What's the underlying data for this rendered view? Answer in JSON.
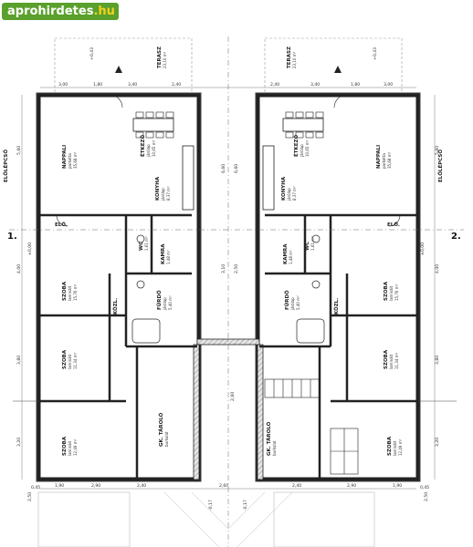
{
  "watermark": {
    "brand": "aprohirdetes",
    "tld": ".hu"
  },
  "axis_labels": {
    "left": "1.",
    "right": "2."
  },
  "units": {
    "left": {
      "terasz": {
        "name": "TERASZ",
        "area": "23,10 m²"
      },
      "nappali": {
        "name": "NAPPALI",
        "floor": "parketta",
        "area": "35,68 m²"
      },
      "etkezo": {
        "name": "ÉTKEZŐ",
        "floor": "járólap",
        "area": "10,65 m²"
      },
      "konyha": {
        "name": "KONYHA",
        "floor": "járólap",
        "area": "8,37 m²"
      },
      "eloepcso": {
        "name": "ELŐLÉPCSŐ"
      },
      "elo": {
        "name": "ELŐ."
      },
      "wc": {
        "name": "WC",
        "area": "1,61 m²"
      },
      "kamra": {
        "name": "KAMRA",
        "area": "1,48 m²"
      },
      "furdo": {
        "name": "FÜRDŐ",
        "floor": "járólap",
        "area": "5,40 m²"
      },
      "kozl": {
        "name": "KÖZL."
      },
      "szoba_a": {
        "name": "SZOBA",
        "floor": "laminált",
        "area": "15,76 m²"
      },
      "szoba_b": {
        "name": "SZOBA",
        "floor": "laminált",
        "area": "11,34 m²"
      },
      "szoba_c": {
        "name": "SZOBA",
        "floor": "laminált",
        "area": "12,49 m²"
      },
      "tarolo": {
        "name": "GK. TÁROLÓ",
        "floor": "burkolat"
      }
    },
    "right": {
      "terasz": {
        "name": "TERASZ",
        "area": "23,10 m²"
      },
      "nappali": {
        "name": "NAPPALI",
        "floor": "parketta",
        "area": "35,68 m²"
      },
      "etkezo": {
        "name": "ÉTKEZŐ",
        "floor": "járólap",
        "area": "10,65 m²"
      },
      "konyha": {
        "name": "KONYHA",
        "floor": "járólap",
        "area": "8,37 m²"
      },
      "eloepcso": {
        "name": "ELŐLÉPCSŐ"
      },
      "elo": {
        "name": "ELŐ."
      },
      "wc": {
        "name": "WC",
        "area": "1,61 m²"
      },
      "kamra": {
        "name": "KAMRA",
        "area": "1,48 m²"
      },
      "furdo": {
        "name": "FÜRDŐ",
        "floor": "járólap",
        "area": "5,40 m²"
      },
      "kozl": {
        "name": "KÖZL."
      },
      "szoba_a": {
        "name": "SZOBA",
        "floor": "laminált",
        "area": "15,76 m²"
      },
      "szoba_b": {
        "name": "SZOBA",
        "floor": "laminált",
        "area": "11,34 m²"
      },
      "szoba_c": {
        "name": "SZOBA",
        "floor": "laminált",
        "area": "12,49 m²"
      },
      "tarolo": {
        "name": "GK. TÁROLÓ",
        "floor": "burkolat"
      }
    }
  },
  "dimensions": {
    "top": [
      "3,00",
      "1,80",
      "3,40",
      "2,40",
      "2,40",
      "3,40",
      "1,80",
      "3,00"
    ],
    "left": [
      "5,60",
      "4,00",
      "3,80",
      "3,20",
      "2,50",
      "0,45"
    ],
    "right": [
      "5,60",
      "4,00",
      "3,80",
      "3,20",
      "2,50",
      "0,45"
    ],
    "middle": [
      "6,60",
      "6,60",
      "3,10",
      "2,50",
      "2,60"
    ],
    "bottom": [
      "1,90",
      "2,90",
      "2,40",
      "2,60",
      "2,40",
      "2,90",
      "1,90"
    ],
    "levels": [
      "+0,43",
      "+0,43",
      "±0,00",
      "±0,00",
      "-0,17",
      "-0,17"
    ]
  }
}
